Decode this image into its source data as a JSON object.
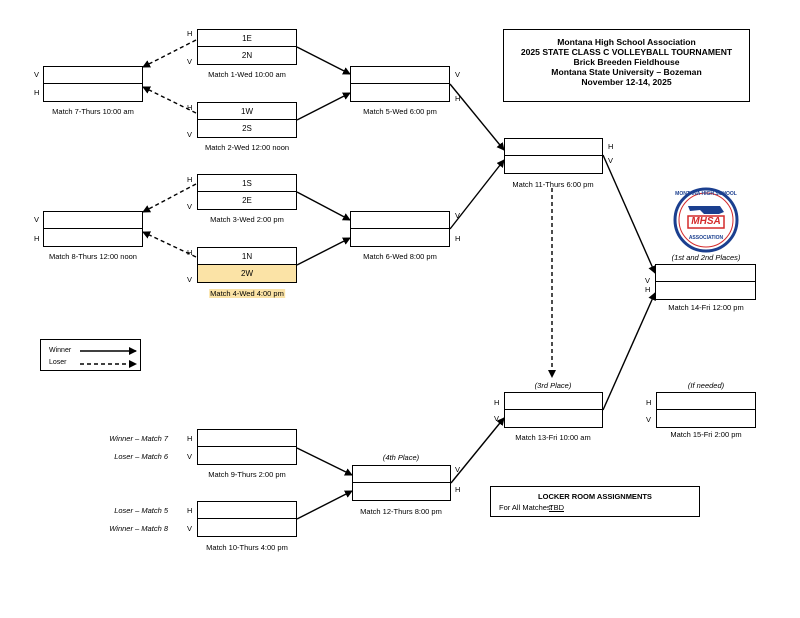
{
  "title": {
    "line1": "Montana High School Association",
    "line2": "2025 STATE CLASS C VOLLEYBALL TOURNAMENT",
    "line3": "Brick Breeden Fieldhouse",
    "line4": "Montana State University – Bozeman",
    "line5": "November 12-14, 2025"
  },
  "logo": {
    "top_text": "MONTANA HIGH SCHOOL",
    "bottom_text": "ASSOCIATION",
    "letters": "MHSA"
  },
  "legend": {
    "winner": "Winner",
    "loser": "Loser"
  },
  "locker": {
    "heading": "LOCKER ROOM ASSIGNMENTS",
    "label": "For All Matches:",
    "value": "TBD"
  },
  "letters": {
    "home": "H",
    "visitor": "V"
  },
  "matches": {
    "m1": {
      "label": "Match 1-Wed 10:00 am",
      "top": "1E",
      "bottom": "2N"
    },
    "m2": {
      "label": "Match 2-Wed 12:00 noon",
      "top": "1W",
      "bottom": "2S"
    },
    "m3": {
      "label": "Match 3-Wed 2:00 pm",
      "top": "1S",
      "bottom": "2E"
    },
    "m4": {
      "label": "Match 4-Wed 4:00 pm",
      "top": "1N",
      "bottom": "2W"
    },
    "m5": {
      "label": "Match 5-Wed 6:00 pm"
    },
    "m6": {
      "label": "Match 6-Wed 8:00 pm"
    },
    "m7": {
      "label": "Match 7-Thurs 10:00 am"
    },
    "m8": {
      "label": "Match 8-Thurs 12:00 noon"
    },
    "m9": {
      "label": "Match 9-Thurs 2:00 pm",
      "src_top": "Winner – Match 7",
      "src_bottom": "Loser – Match 6"
    },
    "m10": {
      "label": "Match 10-Thurs 4:00 pm",
      "src_top": "Loser – Match 5",
      "src_bottom": "Winner – Match 8"
    },
    "m11": {
      "label": "Match 11-Thurs 6:00 pm"
    },
    "m12": {
      "label": "Match 12-Thurs 8:00 pm",
      "place": "(4th Place)"
    },
    "m13": {
      "label": "Match 13-Fri 10:00 am",
      "place": "(3rd Place)"
    },
    "m14": {
      "label": "Match 14-Fri 12:00 pm",
      "place": "(1st and 2nd Places)"
    },
    "m15": {
      "label": "Match 15-Fri 2:00 pm",
      "place": "(If needed)"
    }
  }
}
